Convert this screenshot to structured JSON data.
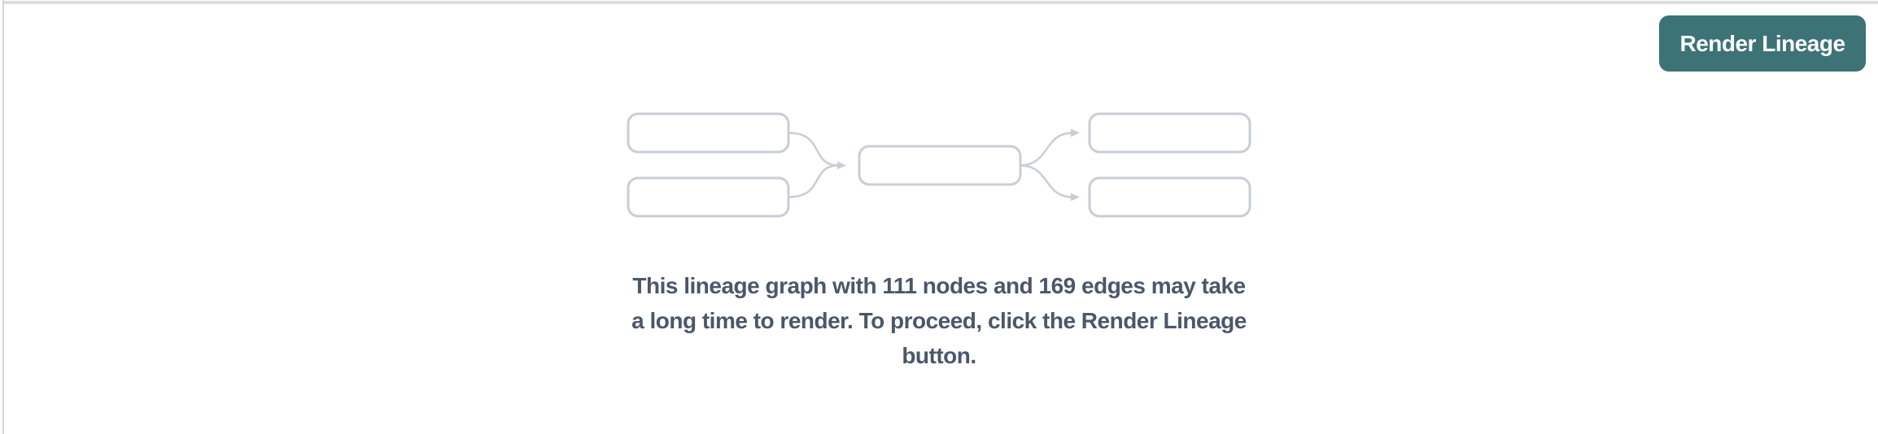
{
  "toolbar": {
    "render_button": {
      "label": "Render Lineage",
      "background_color": "#3d7277",
      "text_color": "#ffffff"
    }
  },
  "lineage_preview": {
    "placeholder_box_count": 5,
    "colors": {
      "box_fill": "#ffffff",
      "box_border": "#c9cdd5",
      "edge": "#c9cdd5"
    }
  },
  "message": {
    "full_text": "This lineage graph with 111 nodes and 169 edges may take a long time to render. To proceed, click the Render Lineage button.",
    "lines": [
      "This lineage graph with 111 nodes and 169 edges may take",
      "a long time to render. To proceed, click the Render Lineage",
      "button."
    ],
    "node_count": "111",
    "edge_count": "169",
    "text_color": "#4c5769"
  }
}
